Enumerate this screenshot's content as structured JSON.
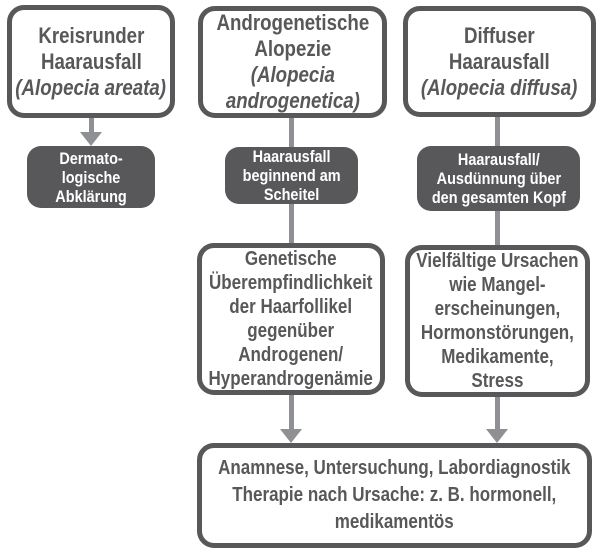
{
  "diagram": {
    "top_nodes": [
      {
        "title": "Kreisrunder\nHaarausfall",
        "subtitle": "(Alopecia areata)"
      },
      {
        "title": "Androgenetische\nAlopezie",
        "subtitle": "(Alopecia\nandrogenetica)"
      },
      {
        "title": "Diffuser\nHaarausfall",
        "subtitle": "(Alopecia diffusa)"
      }
    ],
    "label_nodes": [
      {
        "text": "Dermato-\nlogische\nAbklärung"
      },
      {
        "text": "Haarausfall\nbeginnend am\nScheitel"
      },
      {
        "text": "Haarausfall/\nAusdünnung über\nden gesamten Kopf"
      }
    ],
    "cause_nodes": [
      {
        "text": "Genetische\nÜberempfindlichkeit\nder Haarfollikel\ngegenüber\nAndrogenen/\nHyperandrogenämie"
      },
      {
        "text": "Vielfältige Ursachen\nwie Mangel-\nerscheinungen,\nHormonstörungen,\nMedikamente,\nStress"
      }
    ],
    "outcome_node": {
      "text": "Anamnese, Untersuchung, Labordiagnostik\nTherapie nach Ursache: z. B. hormonell,\nmedikamentös"
    }
  },
  "colors": {
    "node_border": "#58585a",
    "node_text": "#58585a",
    "label_background": "#58585a",
    "label_text": "#ffffff",
    "connector": "#8f9093",
    "background": "#ffffff"
  }
}
